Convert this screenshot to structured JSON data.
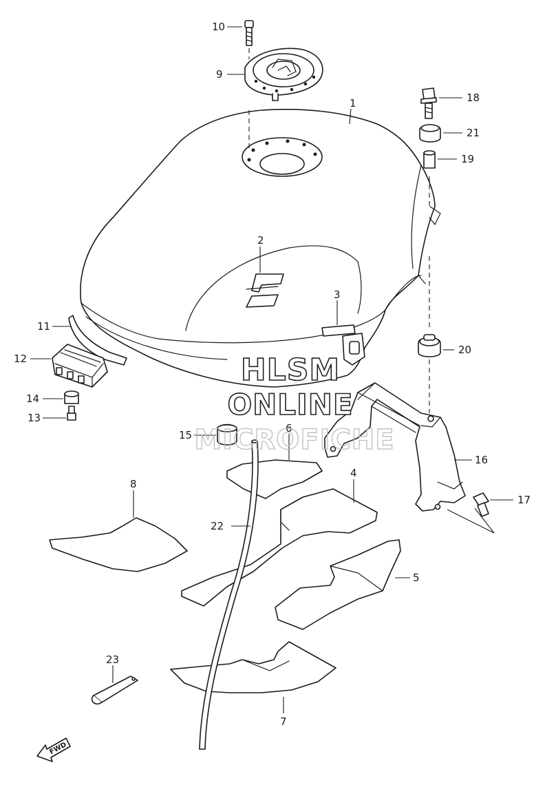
{
  "callouts": {
    "c1": "1",
    "c2": "2",
    "c3": "3",
    "c4": "4",
    "c5": "5",
    "c6": "6",
    "c7": "7",
    "c8": "8",
    "c9": "9",
    "c10": "10",
    "c11": "11",
    "c12": "12",
    "c13": "13",
    "c14": "14",
    "c15": "15",
    "c16": "16",
    "c17": "17",
    "c18": "18",
    "c19": "19",
    "c20": "20",
    "c21": "21",
    "c22": "22",
    "c23": "23"
  },
  "watermark": {
    "line1": "HLSM",
    "line2": "ONLINE",
    "line3": "MICROFICHE"
  },
  "direction_arrow": {
    "label": "FWD"
  }
}
